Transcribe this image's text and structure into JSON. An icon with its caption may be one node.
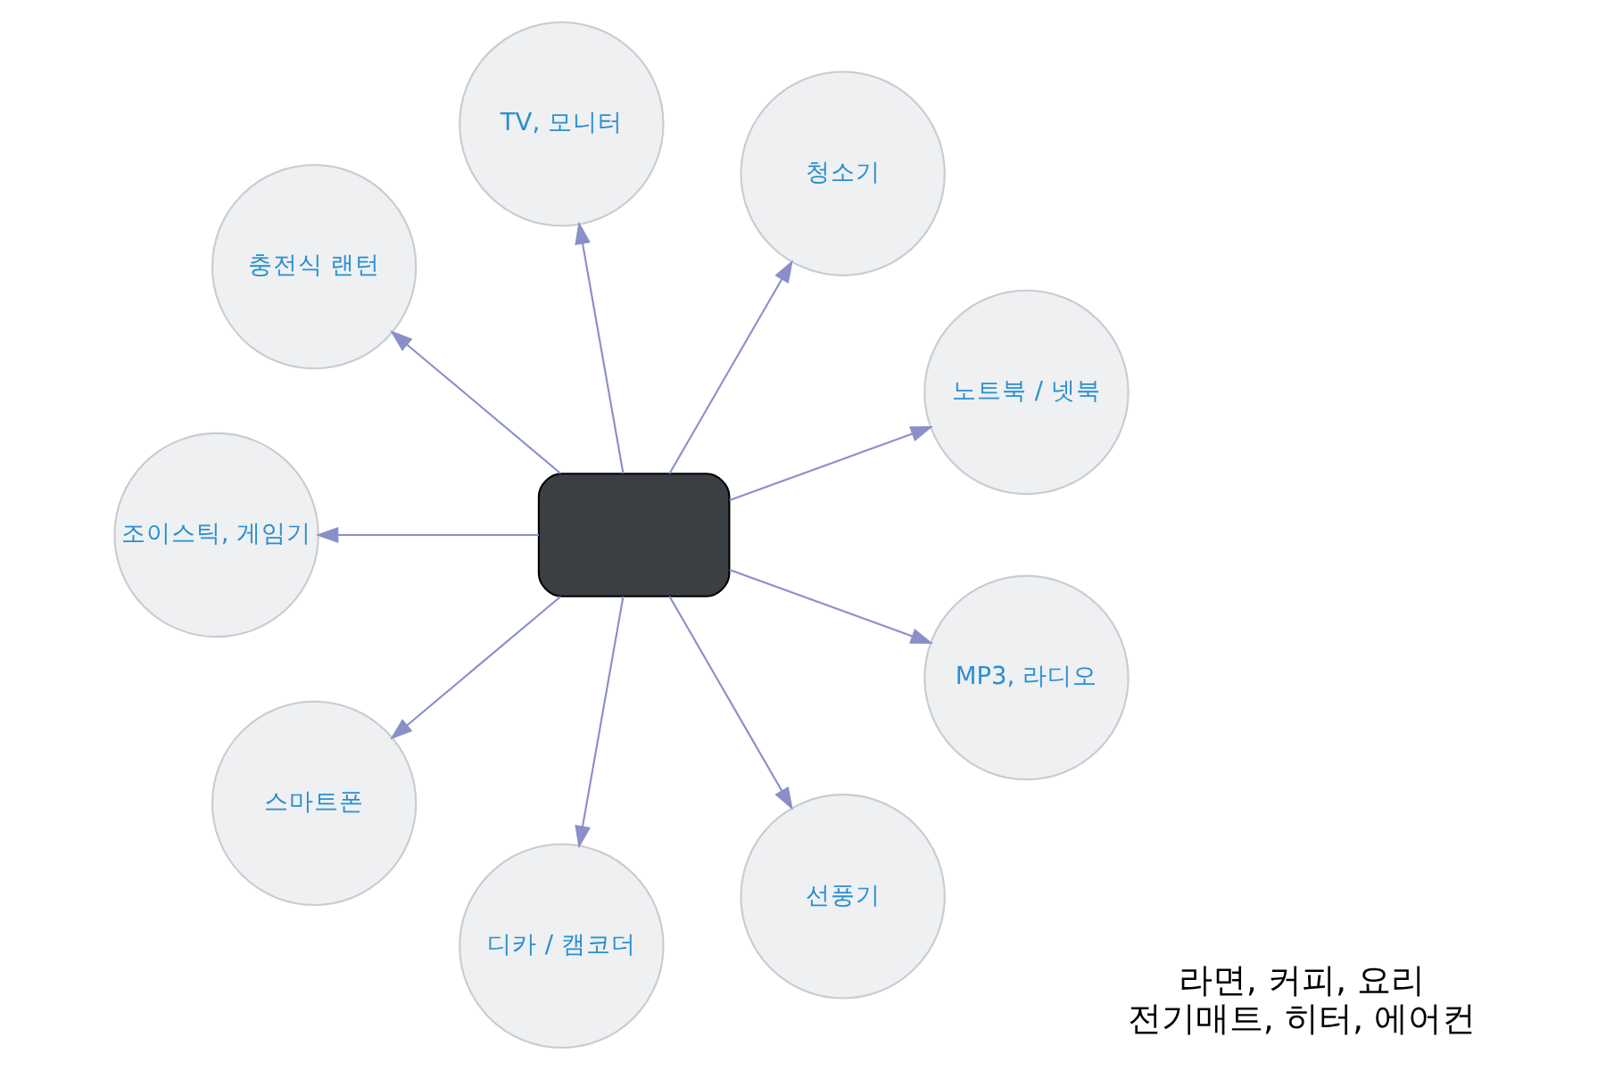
{
  "diagram": {
    "nodes": [
      {
        "text": [
          "노트북 / 넷북"
        ]
      },
      {
        "text": [
          "청소기"
        ]
      },
      {
        "text": [
          "TV, 모니터"
        ]
      },
      {
        "text": [
          "충전식 랜턴"
        ]
      },
      {
        "text": [],
        "shape": "box"
      },
      {
        "text": [
          "조이스틱, 게임기"
        ]
      },
      {
        "text": [
          "스마트폰"
        ]
      },
      {
        "text": [
          "디카 / 캠코더"
        ]
      },
      {
        "text": [
          "선풍기"
        ]
      },
      {
        "text": [
          "MP3, 라디오"
        ]
      }
    ],
    "edges": [
      {
        "from": 4,
        "to": 0,
        "arrow": "to"
      },
      {
        "from": 4,
        "to": 1,
        "arrow": "to"
      },
      {
        "from": 4,
        "to": 2,
        "arrow": "to"
      },
      {
        "from": 4,
        "to": 3,
        "arrow": "to"
      },
      {
        "from": 4,
        "to": 5,
        "arrow": "to"
      },
      {
        "from": 4,
        "to": 6,
        "arrow": "to"
      },
      {
        "from": 4,
        "to": 7,
        "arrow": "to"
      },
      {
        "from": 4,
        "to": 8,
        "arrow": "to"
      },
      {
        "from": 4,
        "to": 9,
        "arrow": "to"
      }
    ],
    "labels": [
      "라면, 커피, 요리",
      "전기매트, 히터, 에어컨"
    ]
  }
}
